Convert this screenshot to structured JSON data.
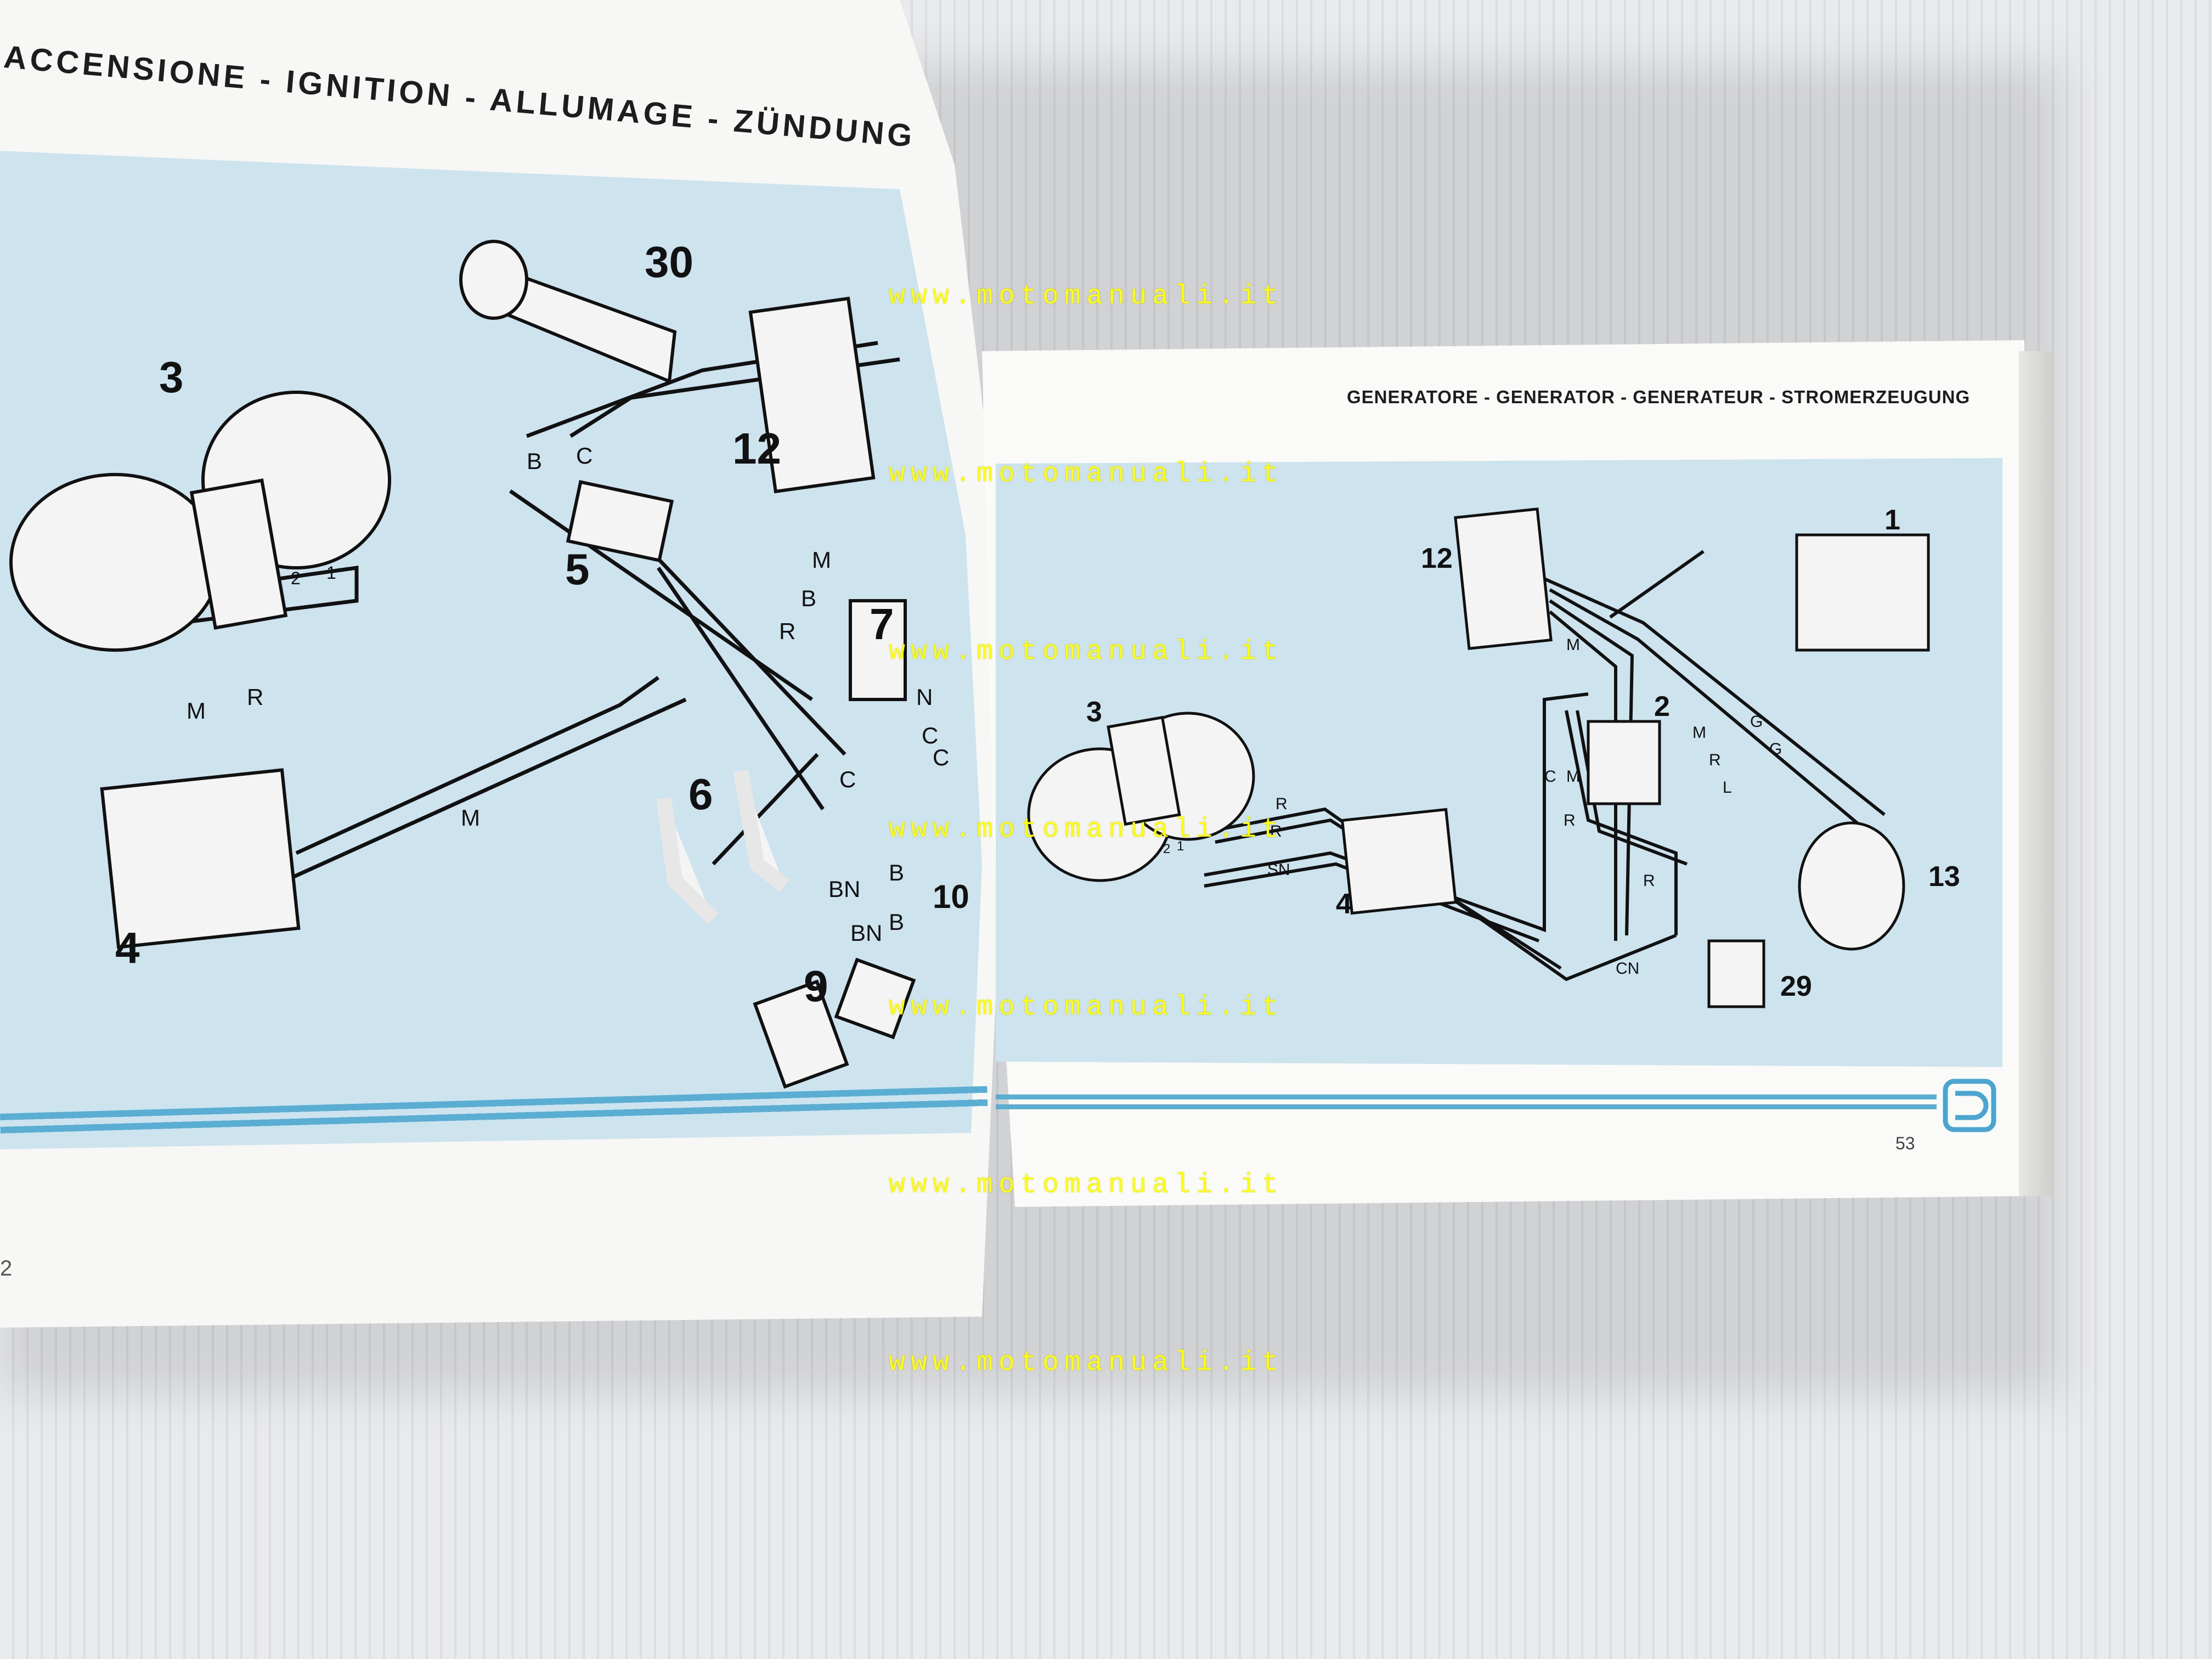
{
  "left_page": {
    "title": "ACCENSIONE - IGNITION - ALLUMAGE - ZÜNDUNG",
    "page_number": "2",
    "component_numbers": [
      "3",
      "30",
      "12",
      "5",
      "7",
      "6",
      "4",
      "9",
      "10"
    ],
    "wire_labels": [
      "B",
      "C",
      "M",
      "B",
      "R",
      "C",
      "BN",
      "B",
      "BN",
      "B",
      "C",
      "N",
      "C",
      "M",
      "R",
      "M",
      "2",
      "1"
    ]
  },
  "right_page": {
    "title": "GENERATORE - GENERATOR - GENERATEUR - STROMERZEUGUNG",
    "page_number": "53",
    "component_numbers": [
      "12",
      "1",
      "3",
      "2",
      "4",
      "13",
      "29"
    ],
    "wire_labels": [
      "M",
      "C",
      "M",
      "R",
      "M",
      "R",
      "L",
      "G",
      "G",
      "R",
      "R",
      "SN",
      "2",
      "1",
      "R",
      "CN"
    ]
  },
  "watermark": "www.motomanuali.it",
  "colors": {
    "panel_blue": "#cde3ee",
    "stripe_blue": "#5aaed3",
    "watermark_yellow": "#ffff00"
  }
}
